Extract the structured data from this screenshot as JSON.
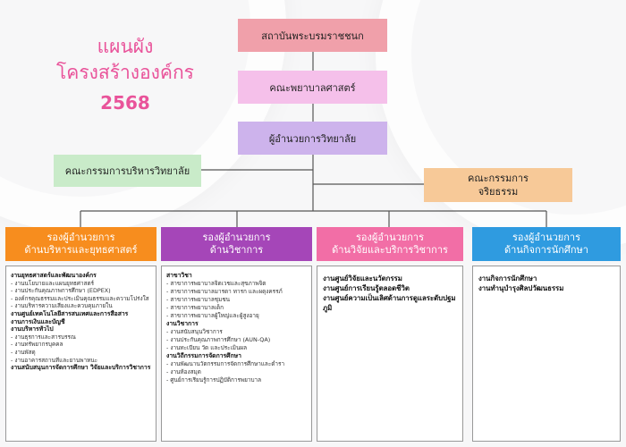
{
  "title": {
    "line1": "แผนผัง",
    "line2": "โครงสร้างองค์กร",
    "year": "2568"
  },
  "top_boxes": [
    {
      "label": "สถาบันพระบรมราชชนก",
      "color": "#f0a0aa"
    },
    {
      "label": "คณะพยาบาลศาสตร์",
      "color": "#f5c0ea"
    },
    {
      "label": "ผู้อำนวยการวิทยาลัย",
      "color": "#cdb3ec"
    }
  ],
  "side_boxes": {
    "admin_committee": {
      "label": "คณะกรรมการบริหารวิทยาลัย",
      "color": "#c9ebc9"
    },
    "ethics_committee": {
      "line1": "คณะกรรมการ",
      "line2": "จริยธรรม",
      "color": "#f7c998"
    }
  },
  "departments": [
    {
      "line1": "รองผู้อำนวยการ",
      "line2": "ด้านบริหารและยุทธศาสตร์",
      "color": "#f78d1e",
      "items": [
        {
          "text": "งานยุทธศาสตร์และพัฒนาองค์กร",
          "bold": true
        },
        {
          "text": "- งานนโยบายและแผนยุทธศาสตร์",
          "bold": false
        },
        {
          "text": "- งานประกันคุณภาพการศึกษา (EDPEX)",
          "bold": false
        },
        {
          "text": "- องค์กรคุณธรรมและประเมินคุณธรรมและความโปร่งใส",
          "bold": false
        },
        {
          "text": "- งานบริหารความเสี่ยงและควบคุมภายใน",
          "bold": false
        },
        {
          "text": "งานศูนย์เทคโนโลยีสารสนเทศและการสื่อสาร",
          "bold": true
        },
        {
          "text": "งานการเงินและบัญชี",
          "bold": true
        },
        {
          "text": "งานบริหารทั่วไป",
          "bold": true
        },
        {
          "text": "- งานธุรการและสารบรรณ",
          "bold": false
        },
        {
          "text": "- งานทรัพยากรบุคคล",
          "bold": false
        },
        {
          "text": "- งานพัสดุ",
          "bold": false
        },
        {
          "text": "- งานอาคารสถานที่และยานพาหนะ",
          "bold": false
        },
        {
          "text": "งานสนับสนุนการจัดการศึกษา วิจัยและบริการวิชาการ",
          "bold": true
        }
      ]
    },
    {
      "line1": "รองผู้อำนวยการ",
      "line2": "ด้านวิชาการ",
      "color": "#a546b8",
      "items": [
        {
          "text": "สาขาวิชา",
          "bold": true
        },
        {
          "text": "- สาขาการพยาบาลจิตเวชและสุขภาพจิต",
          "bold": false
        },
        {
          "text": "- สาขาการพยาบาลมารดา ทารก และผดุงครรภ์",
          "bold": false
        },
        {
          "text": "- สาขาการพยาบาลชุมชน",
          "bold": false
        },
        {
          "text": "- สาขาการพยาบาลเด็ก",
          "bold": false
        },
        {
          "text": "- สาขาการพยาบาลผู้ใหญ่และผู้สูงอายุ",
          "bold": false
        },
        {
          "text": "งานวิชาการ",
          "bold": true
        },
        {
          "text": "- งานสนับสนุนวิชาการ",
          "bold": false
        },
        {
          "text": "- งานประกันคุณภาพการศึกษา (AUN-QA)",
          "bold": false
        },
        {
          "text": "- งานทะเบียน วัด และประเมินผล",
          "bold": false
        },
        {
          "text": "งานวิถีกรรมการจัดการศึกษา",
          "bold": true
        },
        {
          "text": "- งานพัฒนานวัตกรรมการจัดการศึกษาและตำรา",
          "bold": false
        },
        {
          "text": "- งานห้องสมุด",
          "bold": false
        },
        {
          "text": "- ศูนย์การเรียนรู้การปฏิบัติการพยาบาล",
          "bold": false
        }
      ]
    },
    {
      "line1": "รองผู้อำนวยการ",
      "line2": "ด้านวิจัยและบริการวิชาการ",
      "color": "#f26ea6",
      "items": [
        {
          "text": "งานศูนย์วิจัยและนวัตกรรม",
          "bold": true
        },
        {
          "text": "งานศูนย์การเรียนรู้ตลอดชีวิต",
          "bold": true
        },
        {
          "text": "งานศูนย์ความเป็นเลิศด้านการดูแลระดับปฐมภูมิ",
          "bold": true
        }
      ]
    },
    {
      "line1": "รองผู้อำนวยการ",
      "line2": "ด้านกิจการนักศึกษา",
      "color": "#2f9be0",
      "items": [
        {
          "text": "งานกิจการนักศึกษา",
          "bold": true
        },
        {
          "text": "งานทำนุบำรุงศิลปวัฒนธรรม",
          "bold": true
        }
      ]
    }
  ]
}
